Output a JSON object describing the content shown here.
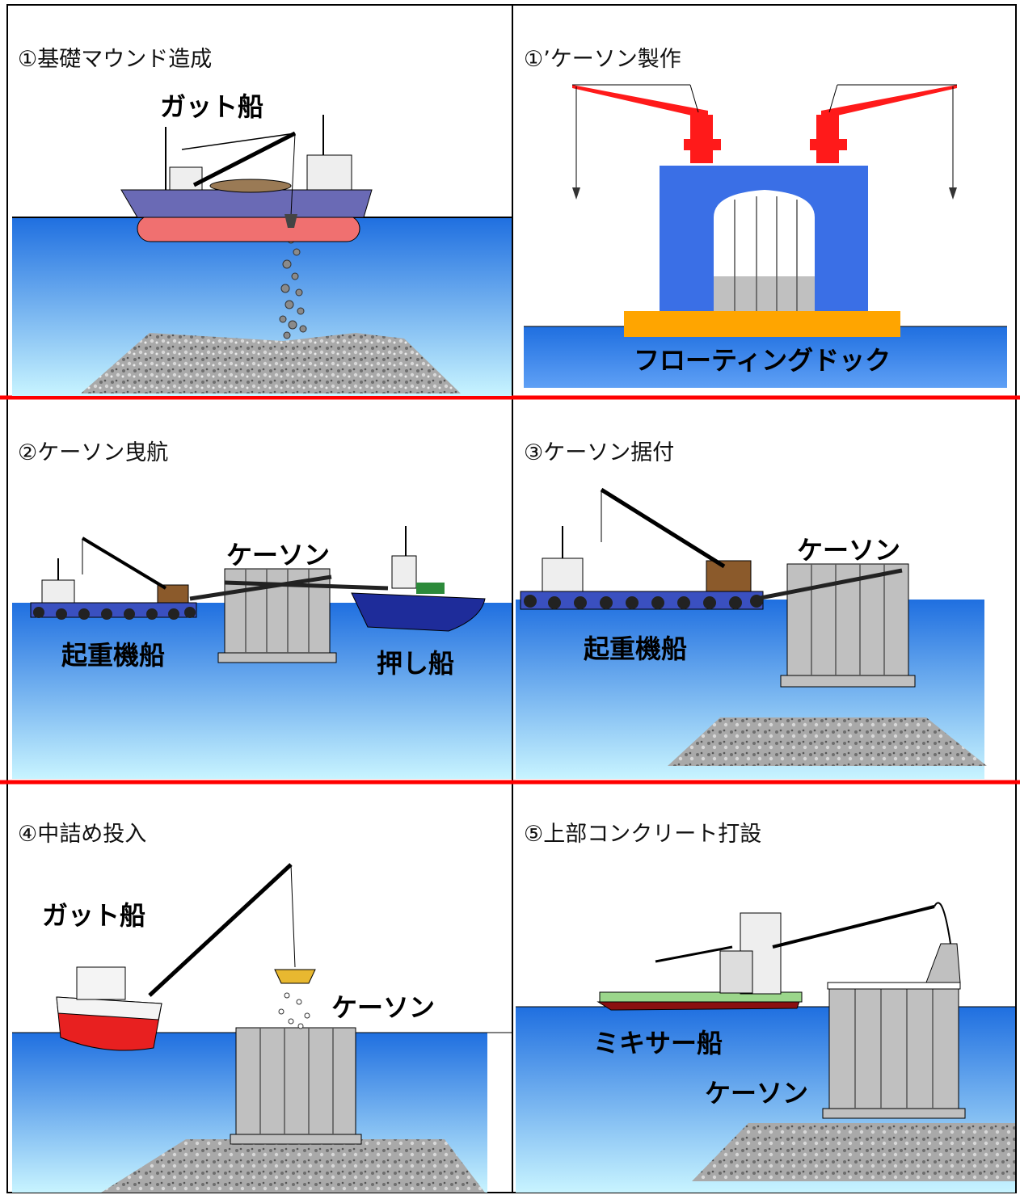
{
  "panels": [
    {
      "title": "①基礎マウンド造成",
      "labels": {
        "vessel": "ガット船"
      }
    },
    {
      "title": "①’ケーソン製作",
      "labels": {
        "dock": "フローティングドック"
      }
    },
    {
      "title": "②ケーソン曳航",
      "labels": {
        "caisson": "ケーソン",
        "crane_ship": "起重機船",
        "pusher": "押し船"
      }
    },
    {
      "title": "③ケーソン据付",
      "labels": {
        "caisson": "ケーソン",
        "crane_ship": "起重機船"
      }
    },
    {
      "title": "④中詰め投入",
      "labels": {
        "vessel": "ガット船",
        "caisson": "ケーソン"
      }
    },
    {
      "title": "⑤上部コンクリート打設",
      "labels": {
        "mixer": "ミキサー船",
        "caisson": "ケーソン"
      }
    }
  ],
  "colors": {
    "sea_top": "#1f6fe0",
    "sea_bottom": "#c8f4ff",
    "divider": "#ff0000",
    "crane_red": "#ff1a1a",
    "dock_orange": "#ffa500",
    "caisson_blue": "#3a6fe6",
    "caisson_gray": "#c0c0c0"
  }
}
